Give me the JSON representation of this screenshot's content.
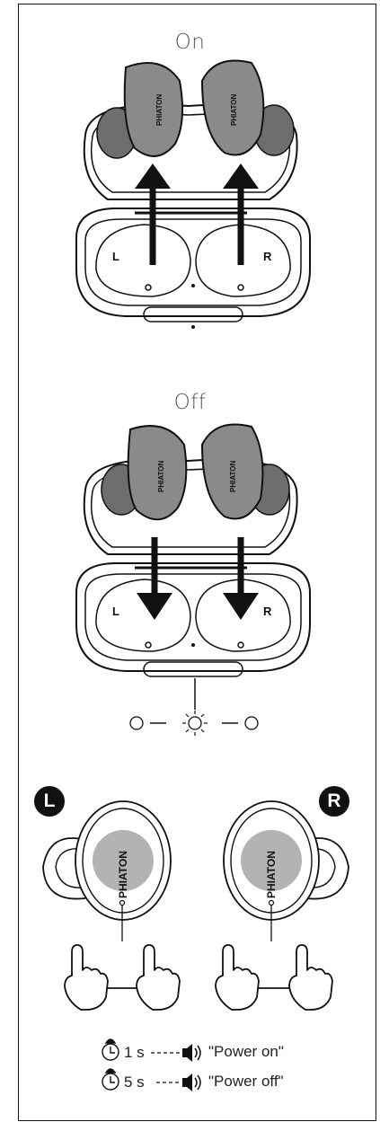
{
  "sections": {
    "on_title": "On",
    "off_title": "Off"
  },
  "brand_text": "PHIATON",
  "case_labels": {
    "left": "L",
    "right": "R"
  },
  "badges": {
    "left": "L",
    "right": "R"
  },
  "instructions": [
    {
      "time": "1 s",
      "voice": "\"Power on\"",
      "icon": "timer-icon"
    },
    {
      "time": "5 s",
      "voice": "\"Power off\"",
      "icon": "timer-icon"
    }
  ],
  "colors": {
    "bud_fill": "#8a8a8a",
    "bud_dark": "#6e6e6e",
    "touch_area": "#b3b3b3",
    "line": "#111111"
  }
}
